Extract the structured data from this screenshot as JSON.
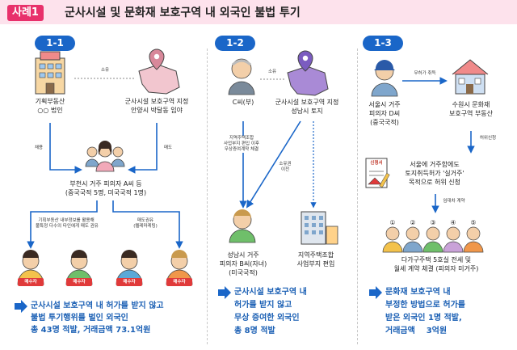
{
  "header": {
    "badge": "사례1",
    "title": "군사시설 및 문화재 보호구역 내 외국인 불법 투기"
  },
  "col1": {
    "num": "1-1",
    "company": [
      "기획부동산",
      "○○ 법인"
    ],
    "ownership": "소유",
    "military_area": [
      "군사시설 보호구역 지정",
      "안양시 박달동 임야"
    ],
    "employ": "채용",
    "sell": "매도",
    "suspect": [
      "부천시 거주 피의자 A씨 등",
      "(중국국적 5명, 미국국적 1명)"
    ],
    "left_note": [
      "기획부동산 내부정보를 활용해",
      "불특정 다수의 타인에게 매도 권유"
    ],
    "right_note": [
      "매도권유",
      "(텔레마케팅)"
    ],
    "buyer_badges": [
      "매수자",
      "매수자",
      "매수자",
      "매수자"
    ],
    "result": [
      "군사시설 보호구역 내 허가를 받지 않고",
      "불법 투기행위를 벌인 외국인",
      "총 43명 적발, 거래금액 73.1억원"
    ]
  },
  "col2": {
    "num": "1-2",
    "father": "C씨(부)",
    "ownership": "소유",
    "military_area": [
      "군사시설 보호구역 지정",
      "성남시 토지"
    ],
    "union_note": [
      "지역주택조합",
      "사업부지 편입 이후",
      "무상증여계약 체결"
    ],
    "transfer_note": [
      "소유권",
      "이전"
    ],
    "child": [
      "성남시 거주",
      "피의자 B씨(자녀)",
      "(미국국적)"
    ],
    "union": [
      "지역주택조합",
      "사업부지 편입"
    ],
    "result": [
      "군사시설 보호구역 내",
      "허가를 받지 않고",
      "무상 증여한 외국인",
      "총 8명 적발"
    ]
  },
  "col3": {
    "num": "1-3",
    "permit_note": "무허가 취득",
    "suspect": [
      "서울시 거주",
      "피의자 D씨",
      "(중국국적)"
    ],
    "heritage": [
      "수원시 문화재",
      "보호구역 부동산"
    ],
    "false_report": "허위신청",
    "form_label": "신청서",
    "application": [
      "서울에 거주함에도",
      "토지취득허가 '실거주'",
      "목적으로 허위 신청"
    ],
    "lease_note": "임대차 계약",
    "tenant_nums": [
      "①",
      "②",
      "③",
      "④",
      "⑤"
    ],
    "tenants": [
      "다가구주택 5호실 전세 및",
      "월세 계약 체결 (피의자 미거주)"
    ],
    "result": [
      "문화재 보호구역 내",
      "부정한 방법으로 허가를",
      "받은 외국인 1명 적발,",
      "거래금액    3억원"
    ]
  },
  "colors": {
    "accent": "#e8306b",
    "blue": "#1a66c8",
    "header_bg": "#fde2ec",
    "land_pink": "#f2c6cf",
    "land_purple": "#a98ad6"
  }
}
